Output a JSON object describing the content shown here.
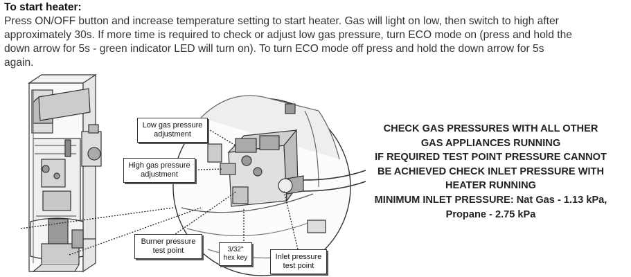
{
  "heading": "To start heater:",
  "instructions": [
    "Press ON/OFF button and increase temperature setting to start heater. Gas will light on low, then switch to high after",
    "approximately 30s. If more time is required to check or adjust low gas pressure, turn ECO mode on (press and hold the",
    "down arrow for 5s - green indicator LED will turn on). To turn ECO mode off press and hold the down arrow for 5s",
    "again."
  ],
  "callouts": {
    "low_gas": [
      "Low gas pressure",
      "adjustment"
    ],
    "high_gas": [
      "High gas pressure",
      "adjustment"
    ],
    "burner": [
      "Burner pressure",
      "test point"
    ],
    "hex_key": [
      "3/32\"",
      "hex key"
    ],
    "inlet": [
      "Inlet pressure",
      "test point"
    ]
  },
  "warning": [
    "CHECK GAS PRESSURES WITH ALL OTHER",
    "GAS APPLIANCES RUNNING",
    "IF REQUIRED TEST POINT PRESSURE CANNOT",
    "BE ACHIEVED CHECK INLET PRESSURE WITH",
    "HEATER RUNNING",
    "MINIMUM INLET PRESSURE: Nat Gas - 1.13 kPa,",
    "Propane - 2.75 kPa"
  ]
}
